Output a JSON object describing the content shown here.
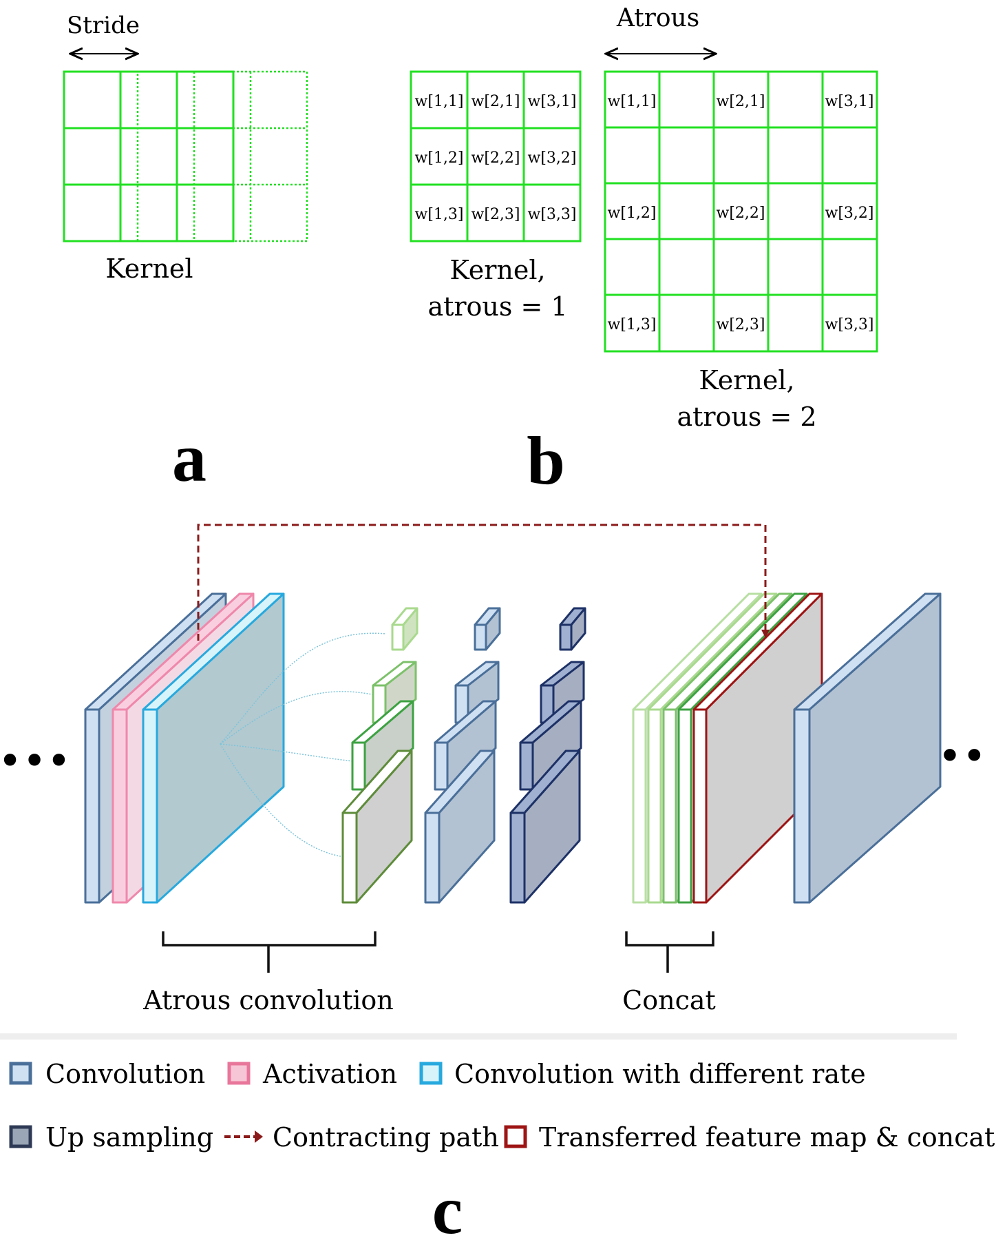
{
  "panel_a": {
    "stride_label": "Stride",
    "kernel_label": "Kernel",
    "letter": "a"
  },
  "panel_b": {
    "atrous_label": "Atrous",
    "weights": [
      "w[1,1]",
      "w[2,1]",
      "w[3,1]",
      "w[1,2]",
      "w[2,2]",
      "w[3,2]",
      "w[1,3]",
      "w[2,3]",
      "w[3,3]"
    ],
    "kernel1_line1": "Kernel,",
    "kernel1_line2": "atrous = 1",
    "kernel2_line1": "Kernel,",
    "kernel2_line2": "atrous = 2",
    "letter": "b"
  },
  "panel_c": {
    "left_dots": "•••",
    "right_dots": "•••",
    "atrous_brace_label": "Atrous convolution",
    "concat_brace_label": "Concat",
    "letter": "c"
  },
  "legend": [
    {
      "key": "convolution",
      "label": "Convolution",
      "swatch": "#cfe0f3",
      "border": "#4a6f99"
    },
    {
      "key": "activation",
      "label": "Activation",
      "swatch": "#f7c6d6",
      "border": "#e8769b"
    },
    {
      "key": "conv-rate",
      "label": "Convolution with different rate",
      "swatch": "#d8f4fb",
      "border": "#27a9de"
    },
    {
      "key": "up-sampling",
      "label": "Up sampling",
      "swatch": "#9aa5b5",
      "border": "#2e3a55"
    },
    {
      "key": "contracting-path",
      "label": "Contracting path",
      "swatch": "#8b1a1a",
      "border": "#8b1a1a"
    },
    {
      "key": "transferred",
      "label": "Transferred feature map & concat.",
      "swatch": "#ffffff",
      "border": "#9e1414"
    }
  ],
  "colors": {
    "grid_green": "#22e022",
    "conv_border": "#4a6f99",
    "conv_fill": "#b3c2d2",
    "activation_border": "#ef88ab",
    "rate_border": "#27a9de",
    "rate_fill": "#b2c9cf",
    "green_light": "#a9d98e",
    "green_mid": "#7cc16a",
    "green_dark": "#3da242",
    "green_olive": "#5e8c3a",
    "navy": "#1d3166",
    "navy_fill": "#a6afc2",
    "red": "#9e1414",
    "gray_fill": "#d0d0d0"
  }
}
